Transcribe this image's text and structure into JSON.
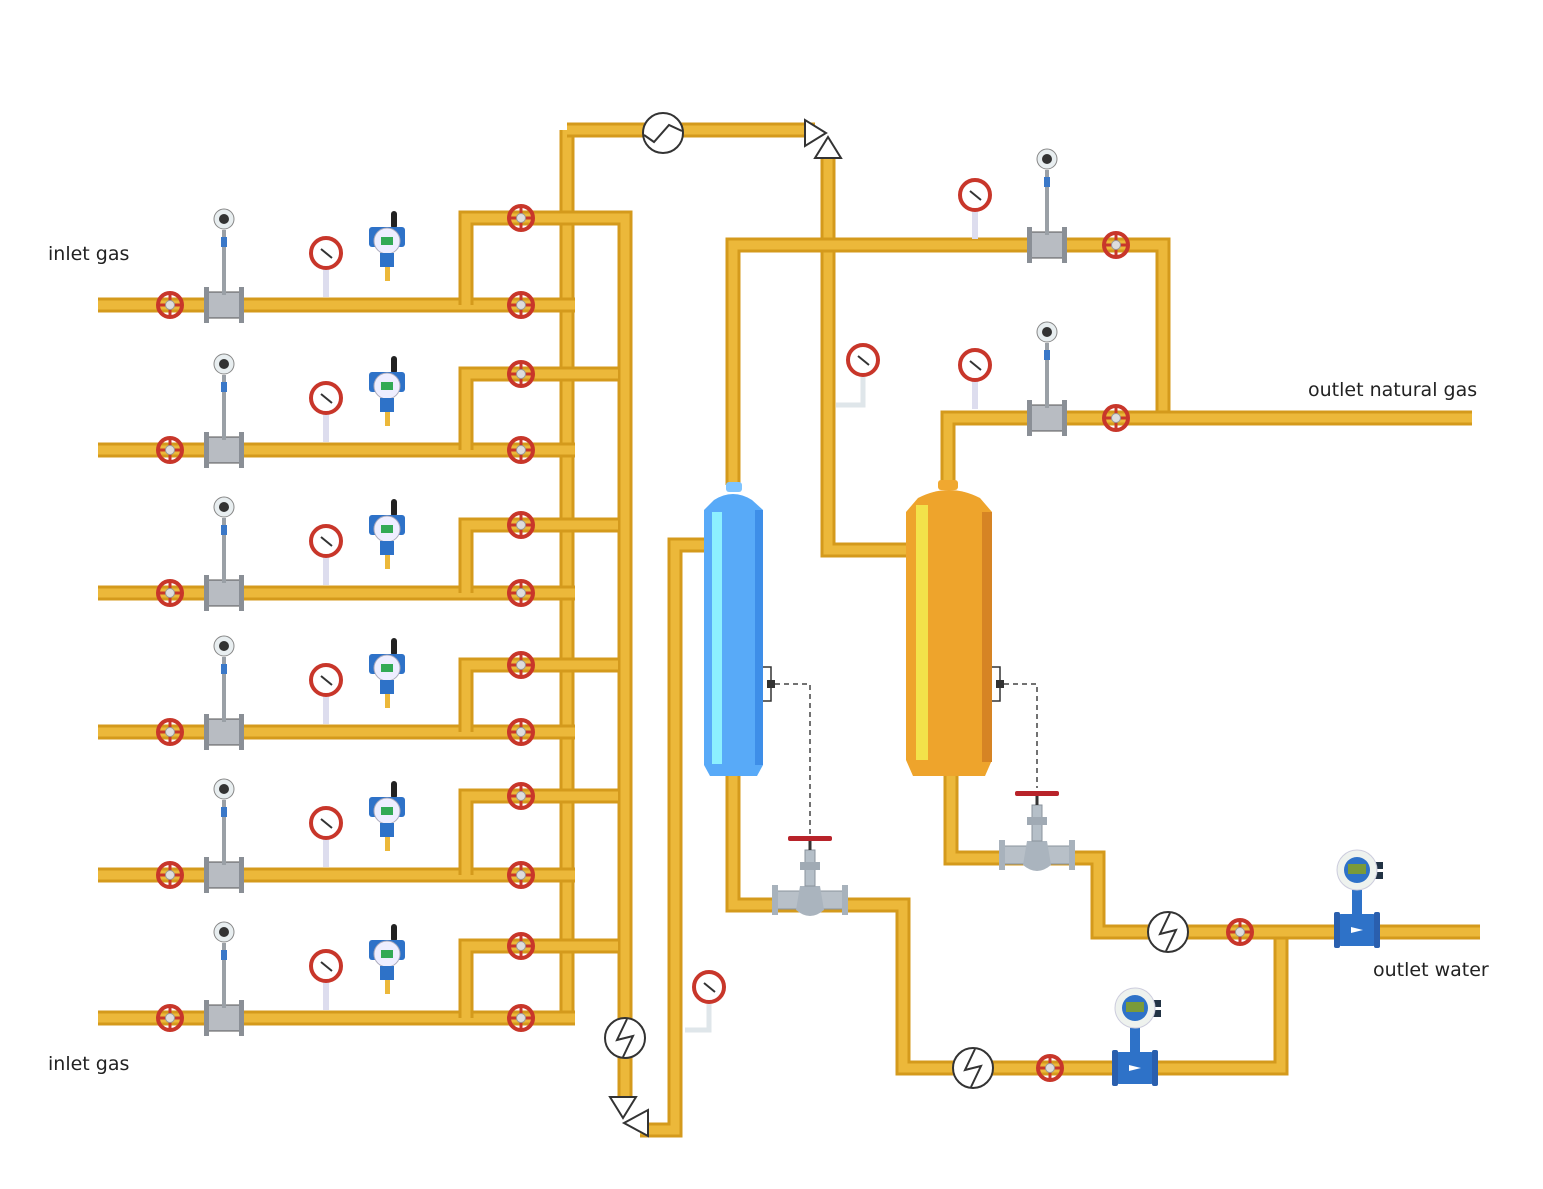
{
  "labels": {
    "inlet_top": "inlet gas",
    "inlet_bottom": "inlet gas",
    "outlet_gas": "outlet natural gas",
    "outlet_water": "outlet water"
  },
  "colors": {
    "pipe": "#ecb83a",
    "pipe_edge": "#d49a1c",
    "valve_red": "#c8362a",
    "separator_blue": "#58aaf8",
    "separator_orange": "#eea42c",
    "meter_blue": "#2e72c8"
  },
  "icons": [
    "hand-valve-icon",
    "vortex-flowmeter-icon",
    "pressure-gauge-icon",
    "pressure-transmitter-icon",
    "heat-exchanger-icon",
    "check-valve-icon",
    "gate-valve-icon",
    "magnetic-flowmeter-icon",
    "level-sensor-icon"
  ],
  "inlet_runs": 6
}
